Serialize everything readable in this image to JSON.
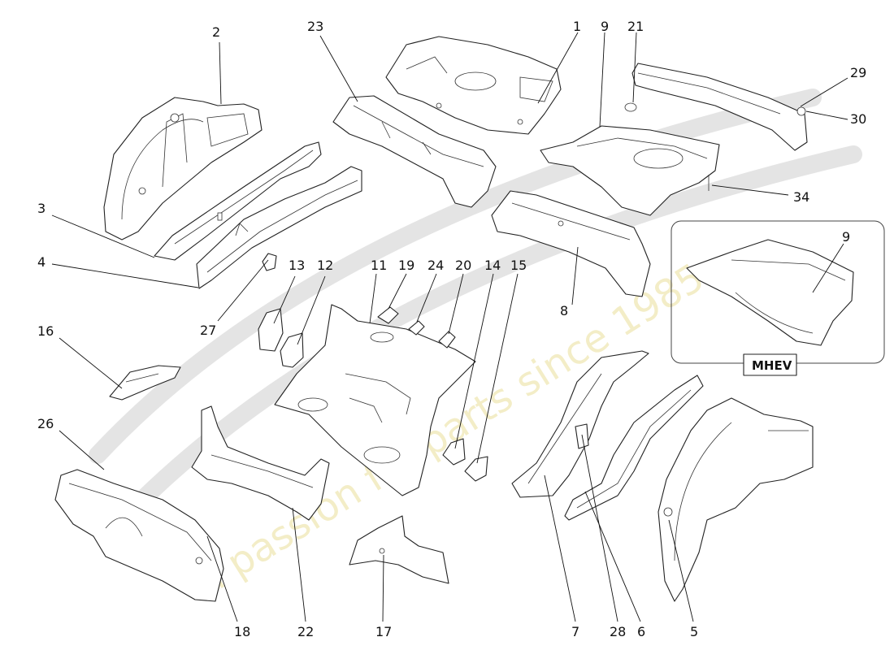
{
  "watermark": {
    "tagline": "a passion for parts since 1985",
    "tagline_color": "#eadf9a"
  },
  "inset": {
    "label": "MHEV"
  },
  "callouts": [
    {
      "id": "c1",
      "label": "1"
    },
    {
      "id": "c2",
      "label": "2"
    },
    {
      "id": "c3",
      "label": "3"
    },
    {
      "id": "c4",
      "label": "4"
    },
    {
      "id": "c5",
      "label": "5"
    },
    {
      "id": "c6",
      "label": "6"
    },
    {
      "id": "c7",
      "label": "7"
    },
    {
      "id": "c8",
      "label": "8"
    },
    {
      "id": "c9",
      "label": "9"
    },
    {
      "id": "c9b",
      "label": "9"
    },
    {
      "id": "c11",
      "label": "11"
    },
    {
      "id": "c12",
      "label": "12"
    },
    {
      "id": "c13",
      "label": "13"
    },
    {
      "id": "c14",
      "label": "14"
    },
    {
      "id": "c15",
      "label": "15"
    },
    {
      "id": "c16",
      "label": "16"
    },
    {
      "id": "c17",
      "label": "17"
    },
    {
      "id": "c18",
      "label": "18"
    },
    {
      "id": "c19",
      "label": "19"
    },
    {
      "id": "c20",
      "label": "20"
    },
    {
      "id": "c21",
      "label": "21"
    },
    {
      "id": "c22",
      "label": "22"
    },
    {
      "id": "c23",
      "label": "23"
    },
    {
      "id": "c24",
      "label": "24"
    },
    {
      "id": "c26",
      "label": "26"
    },
    {
      "id": "c27",
      "label": "27"
    },
    {
      "id": "c28",
      "label": "28"
    },
    {
      "id": "c29",
      "label": "29"
    },
    {
      "id": "c30",
      "label": "30"
    },
    {
      "id": "c34",
      "label": "34"
    }
  ]
}
